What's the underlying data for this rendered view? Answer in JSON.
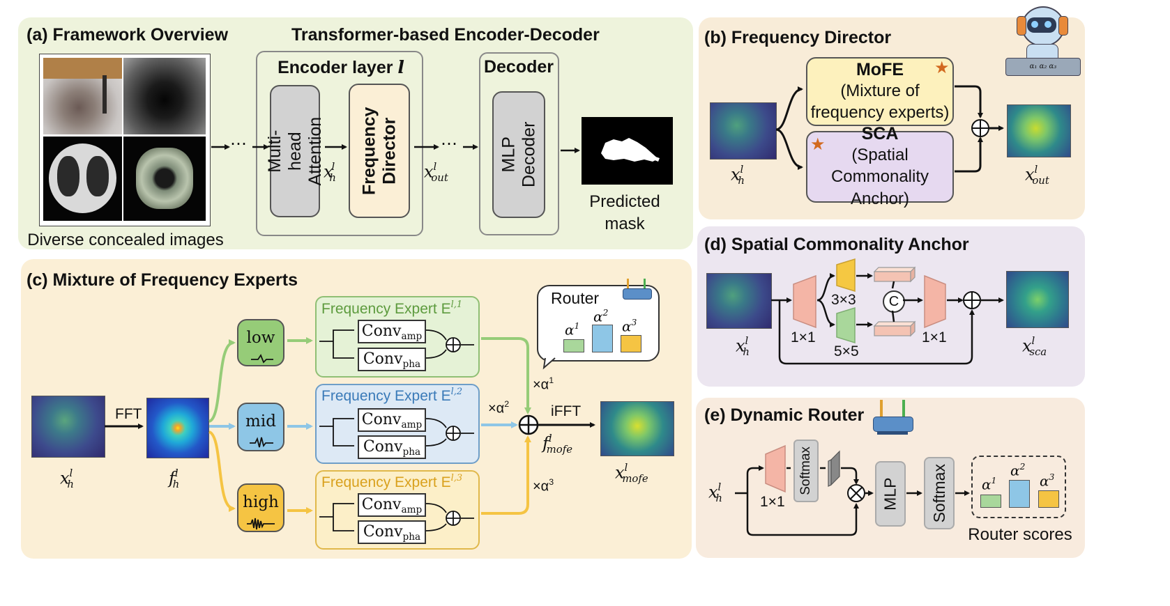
{
  "panel_a": {
    "title": "(a) Framework Overview",
    "subtitle": "Transformer-based Encoder-Decoder",
    "images_caption": "Diverse concealed images",
    "dots1": "⋯",
    "dots2": "⋯",
    "encoder_title": "Encoder layer ",
    "encoder_l": "l",
    "attention": "Multi-head Attention",
    "frequency_director": "Frequency Director",
    "decoder_title": "Decoder",
    "mlp_decoder": "MLP Decoder",
    "x_h": "x",
    "x_h_sup": "l",
    "x_h_sub": "h",
    "x_out": "x",
    "x_out_sup": "l",
    "x_out_sub": "out",
    "predicted_mask": "Predicted mask"
  },
  "panel_b": {
    "title": "(b) Frequency Director",
    "mofe_title": "MoFE",
    "mofe_desc": "(Mixture of frequency experts)",
    "sca_title": "SCA",
    "sca_desc": "(Spatial Commonality Anchor)",
    "x_h": "x",
    "x_h_sup": "l",
    "x_h_sub": "h",
    "x_out": "x",
    "x_out_sup": "l",
    "x_out_sub": "out",
    "star": "★",
    "mixer_labels": "α₁ α₂ α₃"
  },
  "panel_c": {
    "title": "(c) Mixture of Frequency Experts",
    "fft": "FFT",
    "ifft": "iFFT",
    "x_h": "x",
    "x_h_sup": "l",
    "x_h_sub": "h",
    "f_h": "f",
    "f_h_sup": "l",
    "f_h_sub": "h",
    "f_mofe": "f",
    "f_mofe_sup": "l",
    "f_mofe_sub": "mofe",
    "x_mofe": "x",
    "x_mofe_sup": "l",
    "x_mofe_sub": "mofe",
    "bands": [
      "low",
      "mid",
      "high"
    ],
    "expert_label": "Frequency Expert E",
    "expert_sups": [
      "l,1",
      "l,2",
      "l,3"
    ],
    "conv_amp": "Conv",
    "conv_amp_sub": "amp",
    "conv_pha": "Conv",
    "conv_pha_sub": "pha",
    "router_label": "Router",
    "alpha": "α",
    "alpha_sups": [
      "1",
      "2",
      "3"
    ],
    "times_alpha": "×α"
  },
  "panel_d": {
    "title": "(d) Spatial Commonality Anchor",
    "k1": "1×1",
    "k3": "3×3",
    "k5": "5×5",
    "k1b": "1×1",
    "concat": "C",
    "x_h": "x",
    "x_h_sup": "l",
    "x_h_sub": "h",
    "x_sca": "x",
    "x_sca_sup": "l",
    "x_sca_sub": "sca"
  },
  "panel_e": {
    "title": "(e) Dynamic Router",
    "x_h": "x",
    "x_h_sup": "l",
    "x_h_sub": "h",
    "k1": "1×1",
    "softmax1": "Softmax",
    "mlp": "MLP",
    "softmax2": "Softmax",
    "alpha": "α",
    "alpha_sups": [
      "1",
      "2",
      "3"
    ],
    "router_scores": "Router scores"
  },
  "colors": {
    "panel_a_bg": "#eef3dc",
    "panel_b_bg": "#f8ecd8",
    "panel_c_bg": "#fbefd6",
    "panel_d_bg": "#ece6f0",
    "panel_e_bg": "#f8ebde",
    "low": "#96cc78",
    "mid": "#8ec6e6",
    "high": "#f5c443",
    "expert_green_bg": "#e5f2d6",
    "expert_blue_bg": "#dde9f5",
    "expert_yellow_bg": "#fcefc8",
    "mofe_bg": "#fdf1bd",
    "sca_bg": "#e6d9f0",
    "conv_pink": "#f4b5a6",
    "conv_yellow": "#f5c842",
    "conv_green": "#a9d79b",
    "gray_block": "#d2d2d2"
  }
}
